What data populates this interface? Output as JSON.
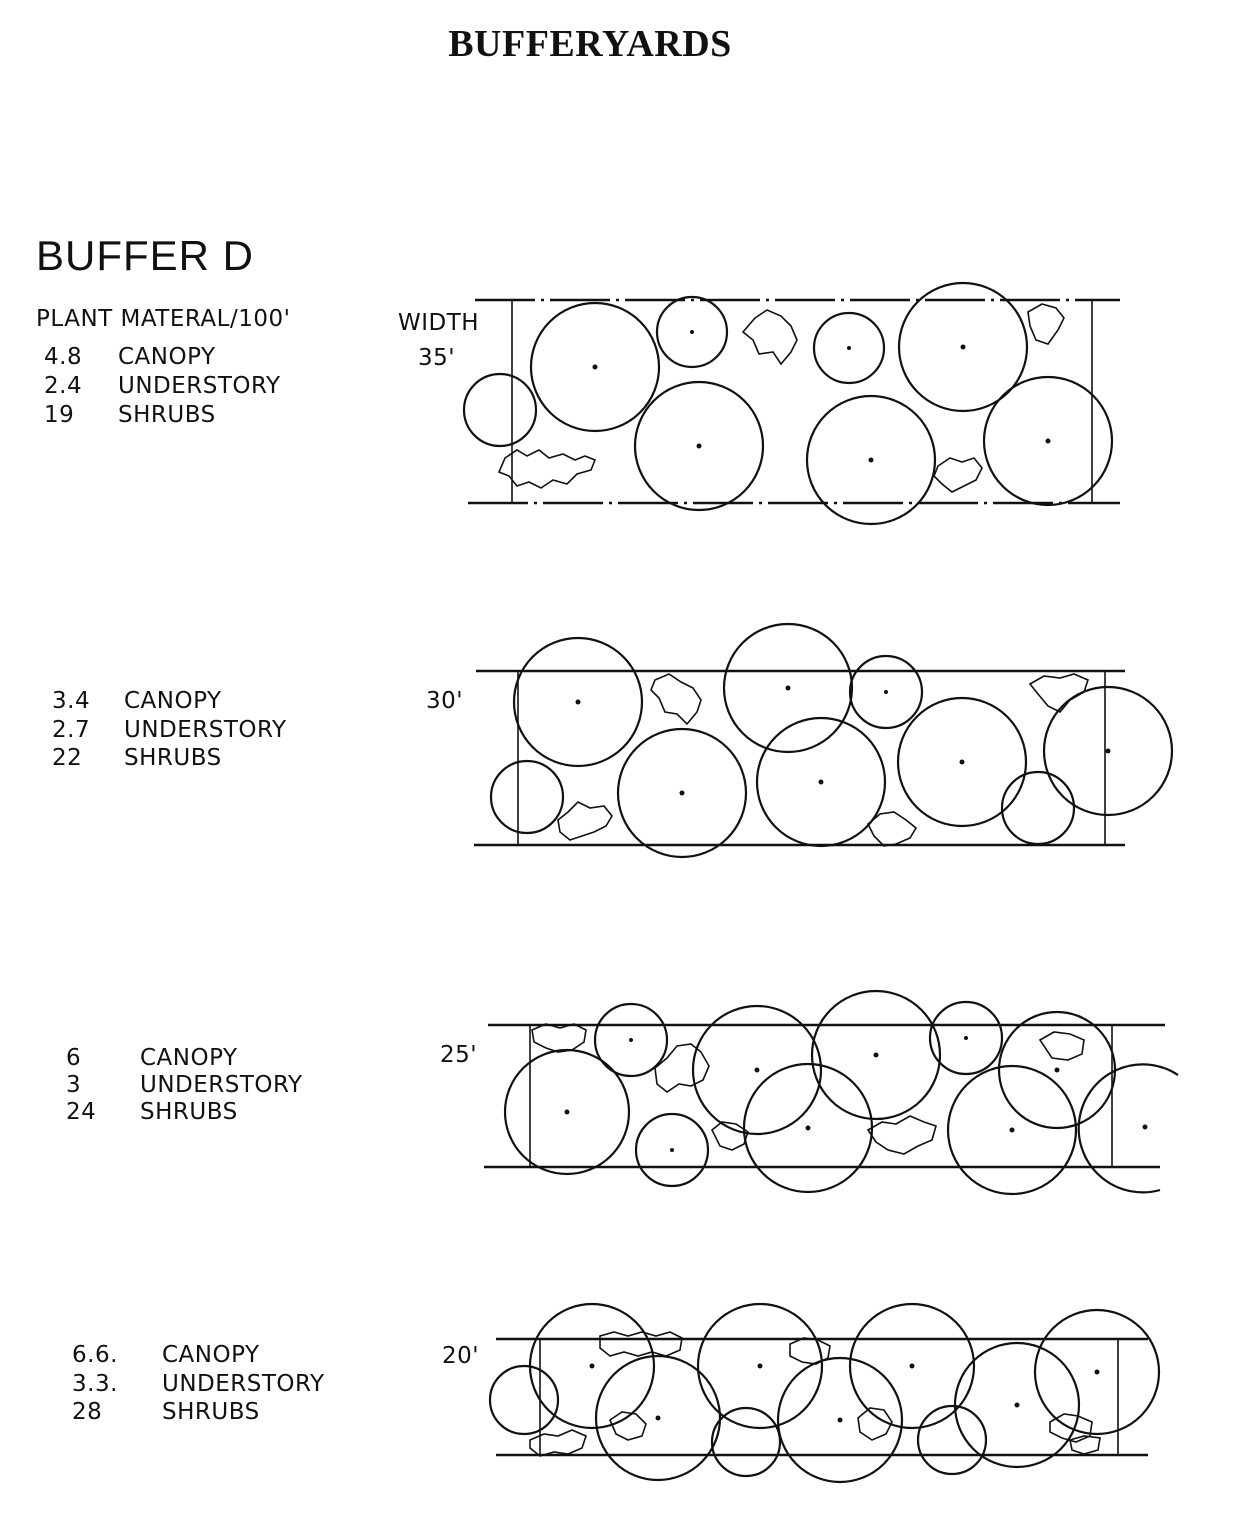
{
  "title": "BUFFERYARDS",
  "heading": "BUFFER D",
  "subheading": "PLANT MATERAL/100'",
  "width_label": "WIDTH",
  "rows": [
    {
      "width": "35'",
      "items": [
        {
          "qty": "4.8",
          "label": "CANOPY"
        },
        {
          "qty": "2.4",
          "label": "UNDERSTORY"
        },
        {
          "qty": "19",
          "label": "SHRUBS"
        }
      ]
    },
    {
      "width": "30'",
      "items": [
        {
          "qty": "3.4",
          "label": "CANOPY"
        },
        {
          "qty": "2.7",
          "label": "UNDERSTORY"
        },
        {
          "qty": "22",
          "label": "SHRUBS"
        }
      ]
    },
    {
      "width": "25'",
      "items": [
        {
          "qty": "6",
          "label": "CANOPY"
        },
        {
          "qty": "3",
          "label": "UNDERSTORY"
        },
        {
          "qty": "24",
          "label": "SHRUBS"
        }
      ]
    },
    {
      "width": "20'",
      "items": [
        {
          "qty": "6.6.",
          "label": "CANOPY"
        },
        {
          "qty": "3.3.",
          "label": "UNDERSTORY"
        },
        {
          "qty": "28",
          "label": "SHRUBS"
        }
      ]
    }
  ]
}
